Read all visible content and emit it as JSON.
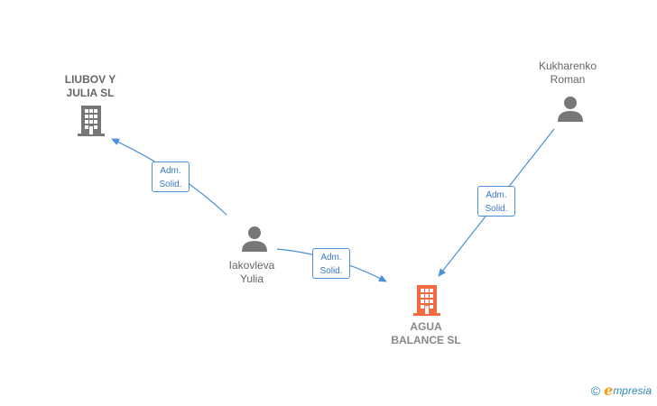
{
  "nodes": {
    "liubov": {
      "label": "LIUBOV Y\nJULIA  SL",
      "type": "company"
    },
    "kukharenko": {
      "label": "Kukharenko\nRoman",
      "type": "person"
    },
    "iakovleva": {
      "label": "Iakovleva\nYulia",
      "type": "person"
    },
    "agua": {
      "label": "AGUA\nBALANCE  SL",
      "type": "company-focus"
    }
  },
  "edges": [
    {
      "from": "iakovleva",
      "to": "liubov",
      "label": "Adm.\nSolid."
    },
    {
      "from": "iakovleva",
      "to": "agua",
      "label": "Adm.\nSolid."
    },
    {
      "from": "kukharenko",
      "to": "agua",
      "label": "Adm.\nSolid."
    }
  ],
  "colors": {
    "edge": "#4a90d9",
    "company_icon": "#777777",
    "person_icon": "#777777",
    "focus_icon": "#f26a3d"
  },
  "footer": {
    "copyright": "©",
    "brand_initial": "e",
    "brand_rest": "mpresia"
  }
}
